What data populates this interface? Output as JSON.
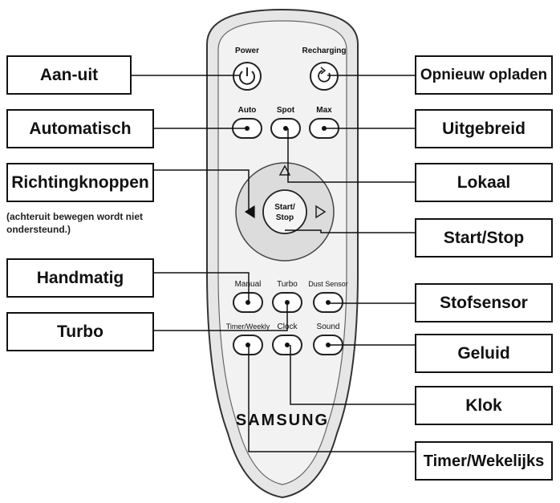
{
  "remote": {
    "brand": "SAMSUNG",
    "button_labels": {
      "power": "Power",
      "recharging": "Recharging",
      "auto": "Auto",
      "spot": "Spot",
      "max": "Max",
      "start_stop_line1": "Start/",
      "start_stop_line2": "Stop",
      "manual": "Manual",
      "turbo": "Turbo",
      "dust_sensor": "Dust Sensor",
      "timer_weekly": "Timer/Weekly",
      "clock": "Clock",
      "sound": "Sound"
    }
  },
  "callouts": {
    "aan_uit": "Aan-uit",
    "opnieuw_opladen": "Opnieuw opladen",
    "automatisch": "Automatisch",
    "uitgebreid": "Uitgebreid",
    "richtingknoppen": "Richtingknoppen",
    "lokaal": "Lokaal",
    "start_stop": "Start/Stop",
    "handmatig": "Handmatig",
    "stofsensor": "Stofsensor",
    "turbo": "Turbo",
    "geluid": "Geluid",
    "klok": "Klok",
    "timer_wekelijks": "Timer/Wekelijks"
  },
  "note": "(achteruit bewegen wordt niet ondersteund.)"
}
